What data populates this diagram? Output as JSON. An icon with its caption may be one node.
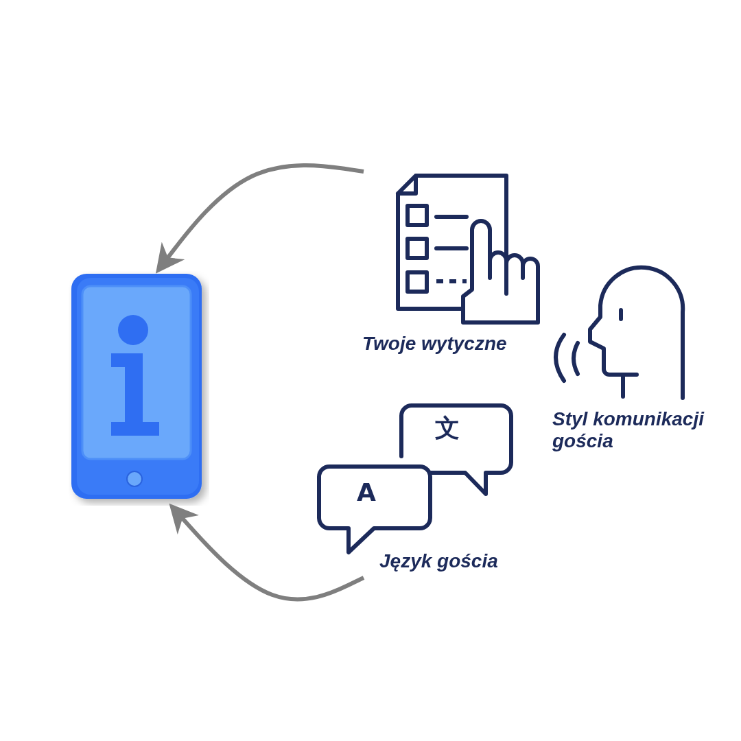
{
  "diagram": {
    "nodes": [
      {
        "text": [],
        "shape": "picture"
      },
      {
        "text": [
          "Twoje wytyczne"
        ]
      },
      {
        "text": [
          "Styl komunikacji gościa"
        ]
      },
      {
        "text": [
          "Język gościa"
        ]
      }
    ],
    "edges": [
      {
        "from": 1,
        "to": 0,
        "arrow": "to",
        "color": "#7f7f7f"
      },
      {
        "from": 3,
        "to": 0,
        "arrow": "to",
        "color": "#7f7f7f"
      }
    ],
    "labels": [
      "文",
      "A"
    ]
  }
}
